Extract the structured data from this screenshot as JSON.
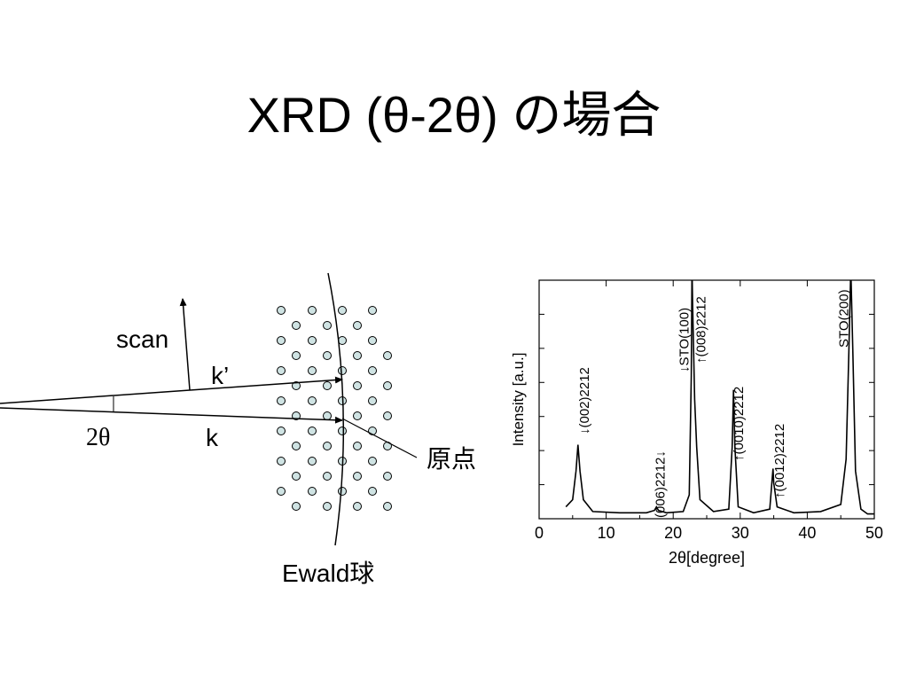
{
  "slide": {
    "title": "XRD (θ-2θ) の場合"
  },
  "diagram": {
    "scan_label": "scan",
    "k_prime_label": "k’",
    "k_label": "k",
    "two_theta_label": "2θ",
    "origin_label": "原点",
    "ewald_label": "Ewald球",
    "lattice_point_color": "#cfe3e3"
  },
  "chart_data": {
    "type": "line",
    "xlabel": "2θ[degree]",
    "ylabel": "Intensity [a.u.]",
    "xlim": [
      0,
      50
    ],
    "ylim": [
      0,
      1
    ],
    "x_ticks": [
      0,
      10,
      20,
      30,
      40,
      50
    ],
    "grid": false,
    "peaks": [
      {
        "label": "↓(002)2212",
        "x": 5.8,
        "height": 0.31,
        "width": 0.35
      },
      {
        "label": "(006)2212↓",
        "x": 17.5,
        "height": 0.025,
        "width": 0.3
      },
      {
        "label": "↓STO(100)",
        "x": 22.8,
        "height": 1.05,
        "width": 0.25
      },
      {
        "label": "↑(008)2212",
        "x": 23.2,
        "height": 0.5,
        "width": 0.3
      },
      {
        "label": "↑(0010)2212",
        "x": 29.0,
        "height": 0.54,
        "width": 0.3
      },
      {
        "label": "↑(0012)2212",
        "x": 34.9,
        "height": 0.21,
        "width": 0.3
      },
      {
        "label": "STO(200)",
        "x": 46.5,
        "height": 1.05,
        "width": 0.35
      }
    ],
    "series": [
      {
        "x": [
          4.0,
          5.0,
          5.5,
          5.8,
          6.1,
          6.6,
          8,
          12,
          16,
          17.2,
          17.5,
          17.8,
          19,
          21.5,
          22.4,
          22.7,
          22.8,
          22.9,
          23.2,
          23.5,
          24.0,
          26,
          28.3,
          28.8,
          29.0,
          29.2,
          29.7,
          32,
          34.4,
          34.8,
          34.9,
          35.0,
          35.5,
          38,
          42,
          45.0,
          45.8,
          46.2,
          46.5,
          46.8,
          47.2,
          48.0,
          49.0,
          50
        ],
        "y": [
          0.05,
          0.08,
          0.2,
          0.31,
          0.2,
          0.08,
          0.03,
          0.025,
          0.025,
          0.035,
          0.05,
          0.035,
          0.025,
          0.03,
          0.1,
          0.6,
          1.05,
          0.9,
          0.5,
          0.3,
          0.08,
          0.03,
          0.04,
          0.3,
          0.54,
          0.3,
          0.05,
          0.025,
          0.04,
          0.18,
          0.21,
          0.15,
          0.05,
          0.025,
          0.03,
          0.06,
          0.25,
          0.7,
          1.05,
          0.7,
          0.2,
          0.04,
          0.02,
          0.02
        ]
      }
    ]
  }
}
